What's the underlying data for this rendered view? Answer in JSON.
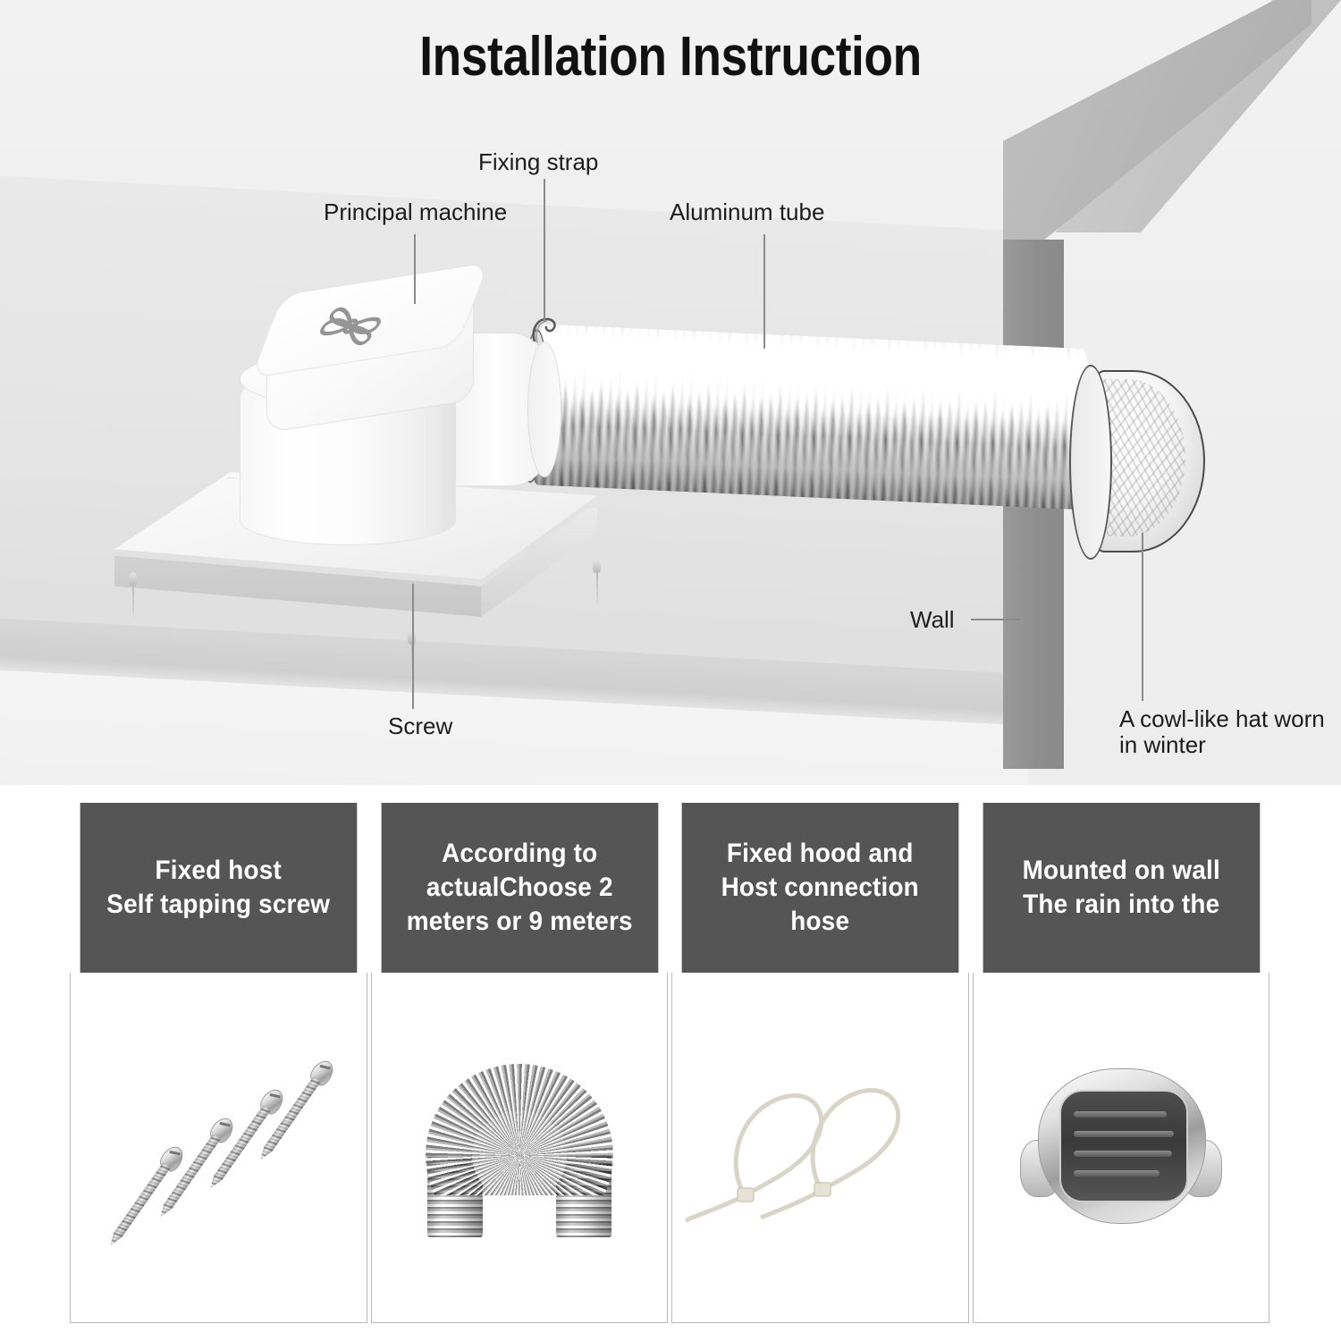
{
  "diagram": {
    "title": "Installation Instruction",
    "labels": {
      "principal_machine": "Principal machine",
      "fixing_strap": "Fixing strap",
      "aluminum_tube": "Aluminum tube",
      "wall": "Wall",
      "screw": "Screw",
      "cowl_hat_line1": "A cowl-like hat worn",
      "cowl_hat_line2": "in winter"
    }
  },
  "parts_table": {
    "columns": [
      {
        "header_line1": "Fixed host",
        "header_line2": "Self tapping screw",
        "item": "self-tapping-screws"
      },
      {
        "header_line1": "According to",
        "header_line2": "actualChoose 2",
        "header_line3": "meters or 9 meters",
        "item": "aluminum-flexible-duct"
      },
      {
        "header_line1": "Fixed hood and",
        "header_line2": "Host connection hose",
        "item": "nylon-cable-ties"
      },
      {
        "header_line1": "Mounted on wall",
        "header_line2": "The rain into the",
        "item": "wall-vent-cover"
      }
    ]
  },
  "colors": {
    "header_bg": "#555555",
    "header_text": "#ffffff",
    "panel_bg": "#efefef",
    "wall_face": "#8e8e8e",
    "wall_top": "#b7b7b7",
    "label_text": "#1c1c1c",
    "leader_line": "#8b8b8b",
    "cell_border": "#b9b9b9"
  }
}
